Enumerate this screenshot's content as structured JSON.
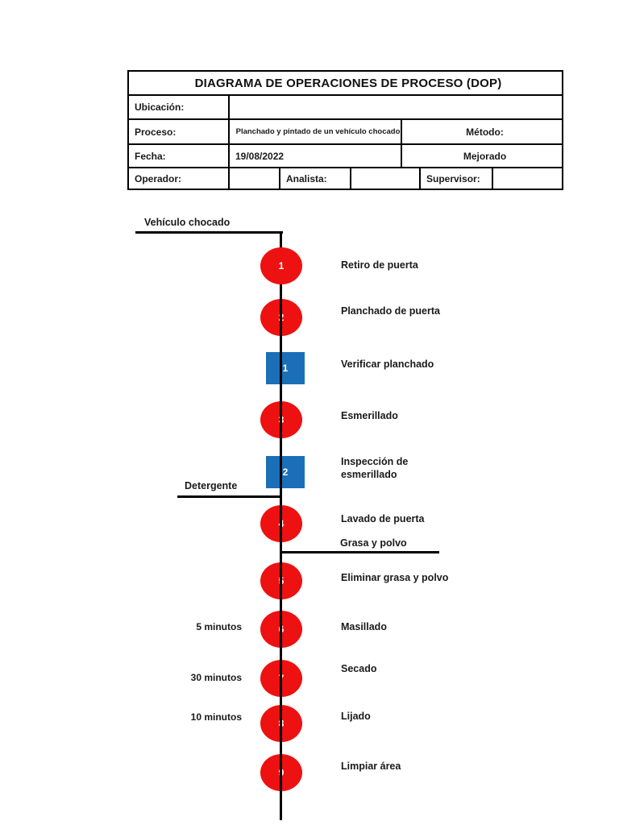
{
  "table": {
    "title": "DIAGRAMA DE OPERACIONES DE PROCESO (DOP)",
    "ubicacion": {
      "label": "Ubicación:",
      "value": ""
    },
    "proceso": {
      "label": "Proceso:",
      "value": "Planchado y pintado de un vehículo chocado"
    },
    "metodo": {
      "label": "Método:",
      "value": "Mejorado"
    },
    "fecha": {
      "label": "Fecha:",
      "value": "19/08/2022"
    },
    "operador": {
      "label": "Operador:",
      "value": ""
    },
    "analista": {
      "label": "Analista:",
      "value": ""
    },
    "supervisor": {
      "label": "Supervisor:",
      "value": ""
    }
  },
  "diagram": {
    "colors": {
      "operation": "#ee1111",
      "inspection": "#1b6fb8",
      "line": "#000000",
      "title_bg": "#b2b2b2"
    },
    "start_material": "Vehículo chocado",
    "input_label": "Detergente",
    "output_label": "Grasa y polvo",
    "steps": [
      {
        "type": "operation",
        "number": "1",
        "label": "Retiro de puerta"
      },
      {
        "type": "operation",
        "number": "2",
        "label": "Planchado de puerta"
      },
      {
        "type": "inspection",
        "number": "1",
        "label": "Verificar planchado"
      },
      {
        "type": "operation",
        "number": "3",
        "label": "Esmerillado"
      },
      {
        "type": "inspection",
        "number": "2",
        "label": "Inspección de esmerillado"
      },
      {
        "type": "operation",
        "number": "4",
        "label": "Lavado de puerta"
      },
      {
        "type": "operation",
        "number": "5",
        "label": "Eliminar grasa y polvo"
      },
      {
        "type": "operation",
        "number": "6",
        "label": "Masillado",
        "time": "5 minutos"
      },
      {
        "type": "operation",
        "number": "7",
        "label": "Secado",
        "time": "30 minutos"
      },
      {
        "type": "operation",
        "number": "8",
        "label": "Lijado",
        "time": "10 minutos"
      },
      {
        "type": "operation",
        "number": "9",
        "label": "Limpiar área"
      }
    ]
  }
}
